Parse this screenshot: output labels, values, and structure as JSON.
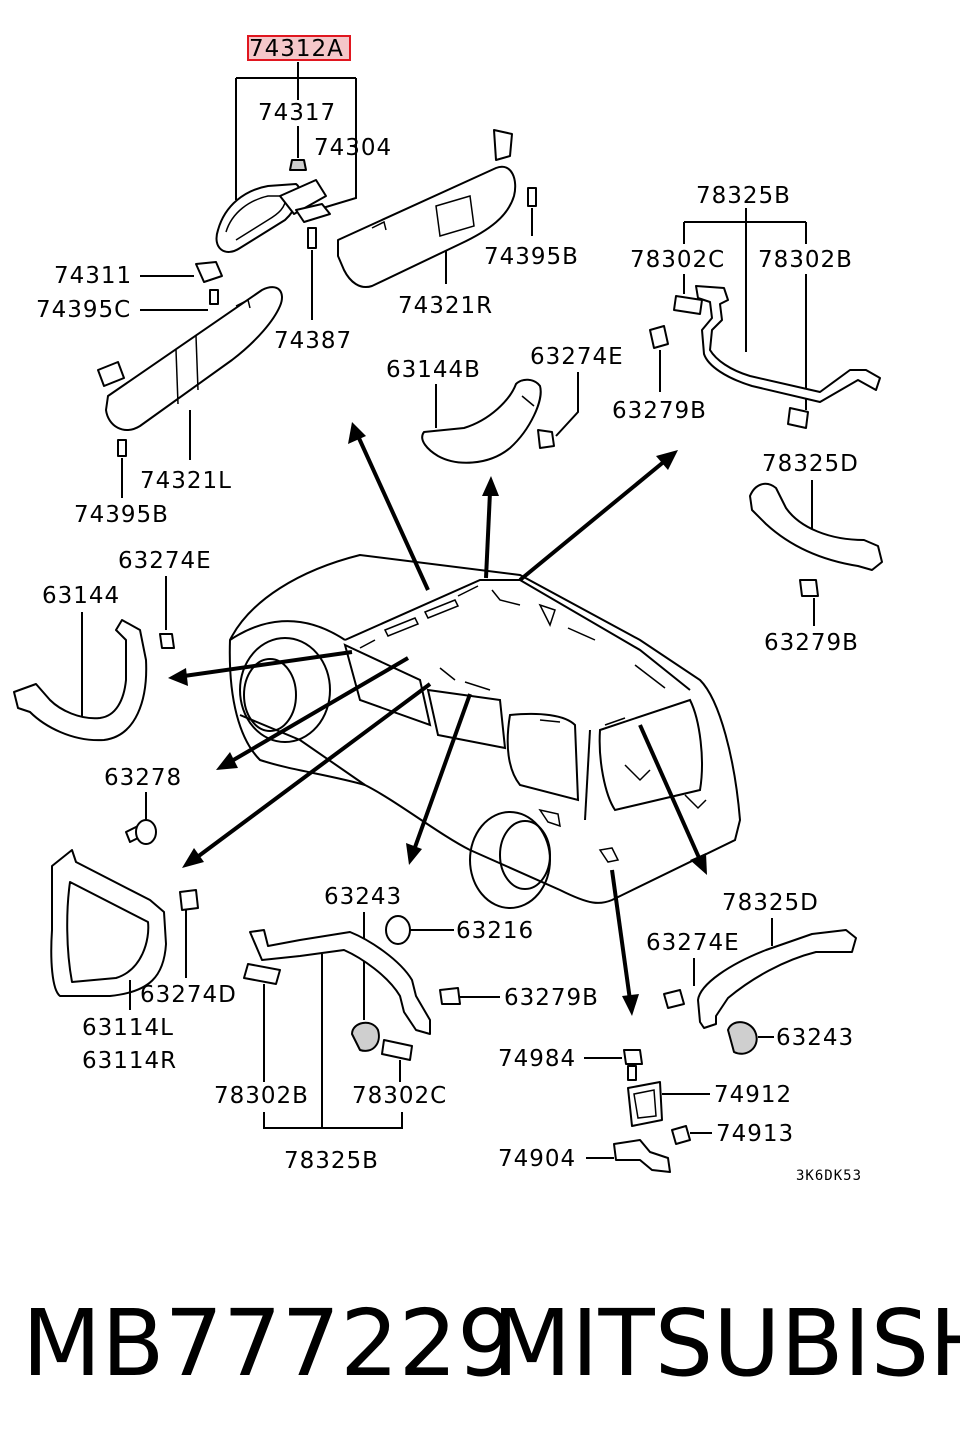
{
  "diagram": {
    "highlight_color": "#e0161f",
    "labels": {
      "p74312A": "74312A",
      "p74317": "74317",
      "p74304": "74304",
      "p74311": "74311",
      "p74395C": "74395C",
      "p74387": "74387",
      "p74321R": "74321R",
      "p74395B_top": "74395B",
      "p74321L": "74321L",
      "p74395B_left": "74395B",
      "p63144B": "63144B",
      "p63274E_top": "63274E",
      "p78325B_top": "78325B",
      "p78302C_top": "78302C",
      "p78302B_top": "78302B",
      "p63279B_top": "63279B",
      "p78325D_right": "78325D",
      "p63279B_right": "63279B",
      "p63274E_left": "63274E",
      "p63144": "63144",
      "p63278": "63278",
      "p63274D": "63274D",
      "p63114L": "63114L",
      "p63114R": "63114R",
      "p63243_mid": "63243",
      "p63216": "63216",
      "p63279B_mid": "63279B",
      "p78302B_bot": "78302B",
      "p78302C_bot": "78302C",
      "p78325B_bot": "78325B",
      "p74984": "74984",
      "p74912": "74912",
      "p74913": "74913",
      "p74904": "74904",
      "p78325D_bot": "78325D",
      "p63274E_bot": "63274E",
      "p63243_bot": "63243",
      "code": "3K6DK53"
    }
  },
  "caption": {
    "part_number": "MB777229",
    "brand": "MITSUBISHI"
  }
}
